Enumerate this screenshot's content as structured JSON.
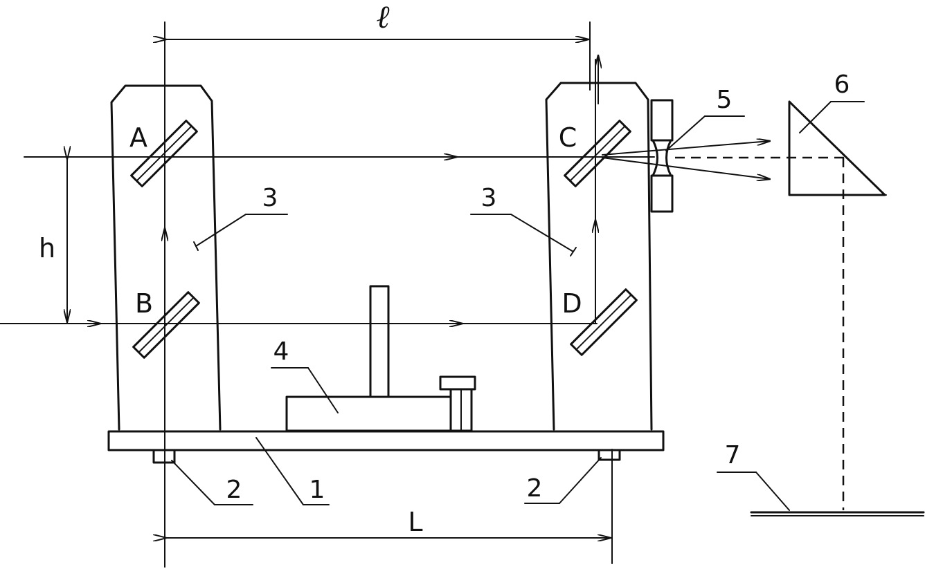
{
  "labels": {
    "dim_top": "ℓ",
    "dim_bottom": "L",
    "dim_height": "h",
    "mirror_a": "A",
    "mirror_b": "B",
    "mirror_c": "C",
    "mirror_d": "D",
    "part_1": "1",
    "part_2_left": "2",
    "part_2_right": "2",
    "part_3_left": "3",
    "part_3_right": "3",
    "part_4": "4",
    "part_5": "5",
    "part_6": "6",
    "part_7": "7"
  }
}
